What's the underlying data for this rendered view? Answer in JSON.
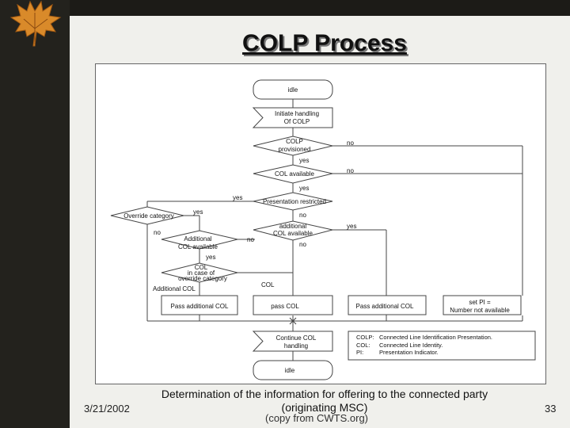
{
  "slide": {
    "title": "COLP Process",
    "caption_line1": "Determination of the information for offering to the connected party",
    "caption_line2": "(originating MSC)",
    "copy_note": "(copy from CWTS.org)",
    "date": "3/21/2002",
    "page_number": "33"
  },
  "flow": {
    "idle_top": "idle",
    "initiate_line1": "Initiate handling",
    "initiate_line2": "Of COLP",
    "colp_provisioned_line1": "COLP",
    "colp_provisioned_line2": "provisioned",
    "col_available": "COL available",
    "presentation_restricted": "Presentation restricted",
    "override_category": "Override category",
    "additional_col_available_center_line1": "additional",
    "additional_col_available_center_line2": "COL available",
    "additional_col_available_left_line1": "Additional",
    "additional_col_available_left_line2": "COL available",
    "col_override_line1": "COL",
    "col_override_line2": "in case of",
    "col_override_line3": "override category",
    "pass_additional_col_left": "Pass additional COL",
    "pass_col": "pass COL",
    "pass_additional_col_right": "Pass additional COL",
    "set_pi_line1": "set PI =",
    "set_pi_line2": "Number not available",
    "continue_line1": "Continue COL",
    "continue_line2": "handling",
    "idle_bottom": "idle",
    "label_no_provisioned": "no",
    "label_yes_provisioned": "yes",
    "label_no_col_available": "no",
    "label_yes_col_available": "yes",
    "label_yes_restricted": "yes",
    "label_no_restricted": "no",
    "label_yes_override": "yes",
    "label_no_override": "no",
    "label_no_additional_left": "no",
    "label_yes_additional_center": "yes",
    "label_no_additional_center": "no",
    "label_yes_additional_left": "yes",
    "label_additional_col_branch": "Additional COL",
    "label_col_branch": "COL"
  },
  "legend": {
    "line1_key": "COLP:",
    "line1_value": "Connected Line Identification Presentation.",
    "line2_key": "COL:",
    "line2_value": "Connected Line Identity.",
    "line3_key": "PI:",
    "line3_value": "Presentation Indicator."
  }
}
